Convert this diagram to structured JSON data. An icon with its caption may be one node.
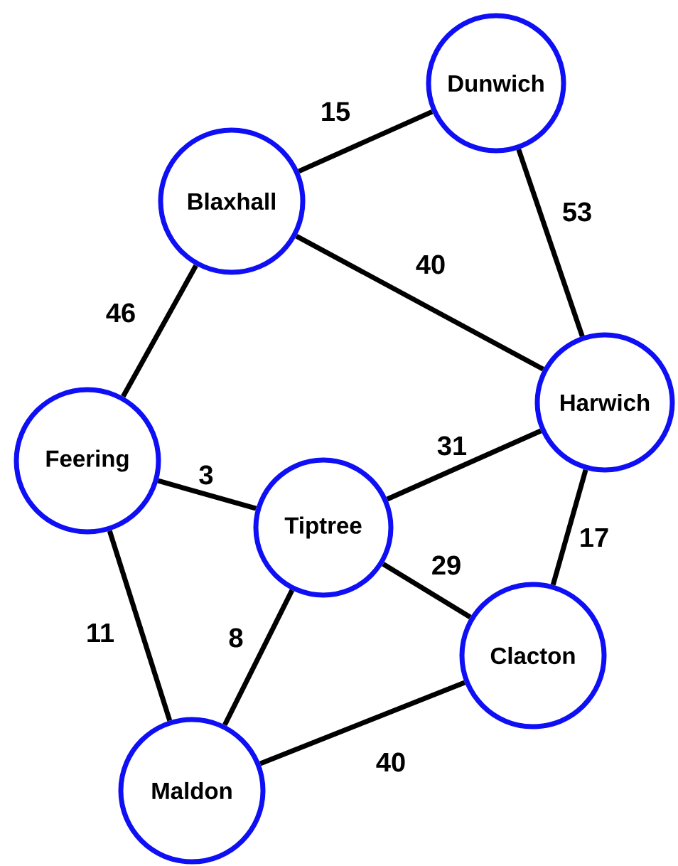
{
  "diagram": {
    "nodes": [
      {
        "text": [
          "Dunwich"
        ]
      },
      {
        "text": [
          "Blaxhall"
        ]
      },
      {
        "text": [
          "Harwich"
        ]
      },
      {
        "text": [
          "Feering"
        ]
      },
      {
        "text": [
          "Tiptree"
        ]
      },
      {
        "text": [
          "Clacton"
        ]
      },
      {
        "text": [
          "Maldon"
        ]
      }
    ],
    "edges": [
      {
        "from": 1,
        "to": 0,
        "arrow": "none",
        "label": "15"
      },
      {
        "from": 0,
        "to": 2,
        "arrow": "none",
        "label": "53"
      },
      {
        "from": 1,
        "to": 2,
        "arrow": "none",
        "label": "40"
      },
      {
        "from": 1,
        "to": 3,
        "arrow": "none",
        "label": "46"
      },
      {
        "from": 3,
        "to": 4,
        "arrow": "none",
        "label": "3"
      },
      {
        "from": 4,
        "to": 2,
        "arrow": "none",
        "label": "31"
      },
      {
        "from": 2,
        "to": 5,
        "arrow": "none",
        "label": "17"
      },
      {
        "from": 4,
        "to": 5,
        "arrow": "none",
        "label": "29"
      },
      {
        "from": 3,
        "to": 6,
        "arrow": "none",
        "label": "11"
      },
      {
        "from": 4,
        "to": 6,
        "arrow": "none",
        "label": "8"
      },
      {
        "from": 6,
        "to": 5,
        "arrow": "none",
        "label": "40"
      }
    ]
  }
}
